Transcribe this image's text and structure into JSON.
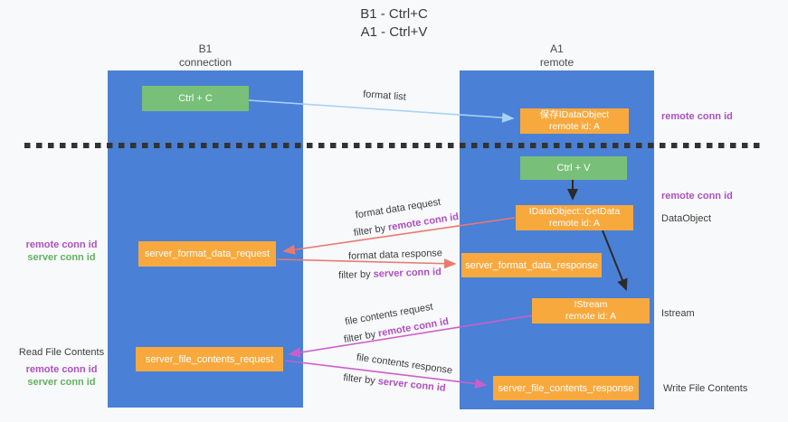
{
  "title": {
    "line1": "B1 - Ctrl+C",
    "line2": "A1 - Ctrl+V"
  },
  "columns": {
    "left": {
      "name": "B1",
      "role": "connection"
    },
    "right": {
      "name": "A1",
      "role": "remote"
    }
  },
  "nodes": {
    "ctrl_c": {
      "label": "Ctrl + C"
    },
    "ctrl_v": {
      "label": "Ctrl + V"
    },
    "save_dataobject": {
      "line1": "保存IDataObject",
      "line2": "remote id: A"
    },
    "getdata": {
      "line1": "IDataObject::GetData",
      "line2": "remote id: A"
    },
    "istream": {
      "line1": "IStream",
      "line2": "remote id: A"
    },
    "server_format_data_request": {
      "label": "server_format_data_request"
    },
    "server_format_data_response": {
      "label": "server_format_data_response"
    },
    "server_file_contents_request": {
      "label": "server_file_contents_request"
    },
    "server_file_contents_response": {
      "label": "server_file_contents_response"
    }
  },
  "arrow_labels": {
    "format_list": "format list",
    "format_data_request": "format data request",
    "format_data_response": "format data response",
    "file_contents_request": "file contents request",
    "file_contents_response": "file contents response",
    "filter_by": "filter by ",
    "remote_conn_id": "remote conn id",
    "server_conn_id": "server conn id"
  },
  "side_labels": {
    "right_top_remote_conn_id": "remote conn id",
    "right_mid_remote_conn_id": "remote conn id",
    "dataobject": "DataObject",
    "istream": "Istream",
    "write_file_contents": "Write File Contents",
    "left_remote_conn_id_1": "remote conn id",
    "left_server_conn_id_1": "server conn id",
    "read_file_contents": "Read File Contents",
    "left_remote_conn_id_2": "remote conn id",
    "left_server_conn_id_2": "server conn id"
  },
  "colors": {
    "lifeline_blue": "#4a80d6",
    "action_green": "#78c07a",
    "message_orange": "#f8a93e",
    "conn_id_purple": "#ad4fc2",
    "conn_id_green": "#62b162",
    "arrow_light_blue": "#a8d2f2",
    "arrow_salmon": "#e87a72",
    "arrow_magenta": "#cc5ecb",
    "arrow_black": "#2b2b2b",
    "dashed_line": "#333333",
    "text_dark": "#3d3d3d",
    "background": "#f8f9fa"
  }
}
